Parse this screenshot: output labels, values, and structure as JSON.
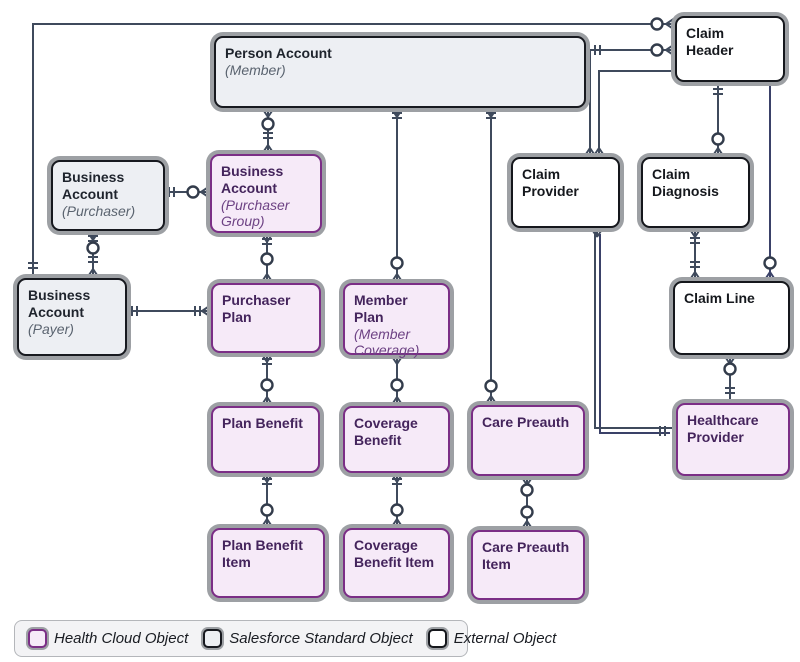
{
  "colors": {
    "background": "#ffffff",
    "line": "#3f4a5c",
    "line_alt": "#3a4168",
    "halo": "#9da0a4",
    "health_fill": "#f6eaf8",
    "health_border": "#7b2e86",
    "standard_fill": "#edeff3",
    "standard_border": "#17191f",
    "external_fill": "#ffffff",
    "external_border": "#15171c"
  },
  "nodes": [
    {
      "id": "person-account",
      "title": "Person Account",
      "subtitle": "(Member)",
      "type": "standard"
    },
    {
      "id": "claim-header",
      "title": "Claim Header",
      "subtitle": "",
      "type": "external"
    },
    {
      "id": "business-account-purchaser",
      "title": "Business Account",
      "subtitle": "(Purchaser)",
      "type": "standard"
    },
    {
      "id": "business-account-purchaser-group",
      "title": "Business Account",
      "subtitle": "(Purchaser Group)",
      "type": "health"
    },
    {
      "id": "claim-provider",
      "title": "Claim Provider",
      "subtitle": "",
      "type": "external"
    },
    {
      "id": "claim-diagnosis",
      "title": "Claim Diagnosis",
      "subtitle": "",
      "type": "external"
    },
    {
      "id": "business-account-payer",
      "title": "Business Account",
      "subtitle": "(Payer)",
      "type": "standard"
    },
    {
      "id": "purchaser-plan",
      "title": "Purchaser Plan",
      "subtitle": "",
      "type": "health"
    },
    {
      "id": "member-plan",
      "title": "Member Plan",
      "subtitle": "(Member Coverage)",
      "type": "health"
    },
    {
      "id": "claim-line",
      "title": "Claim Line",
      "subtitle": "",
      "type": "external"
    },
    {
      "id": "plan-benefit",
      "title": "Plan Benefit",
      "subtitle": "",
      "type": "health"
    },
    {
      "id": "coverage-benefit",
      "title": "Coverage Benefit",
      "subtitle": "",
      "type": "health"
    },
    {
      "id": "care-preauth",
      "title": "Care Preauth",
      "subtitle": "",
      "type": "health"
    },
    {
      "id": "healthcare-provider",
      "title": "Healthcare Provider",
      "subtitle": "",
      "type": "health"
    },
    {
      "id": "plan-benefit-item",
      "title": "Plan Benefit Item",
      "subtitle": "",
      "type": "health"
    },
    {
      "id": "coverage-benefit-item",
      "title": "Coverage Benefit Item",
      "subtitle": "",
      "type": "health"
    },
    {
      "id": "care-preauth-item",
      "title": "Care Preauth Item",
      "subtitle": "",
      "type": "health"
    }
  ],
  "edges": [
    {
      "from": "business-account-payer",
      "to": "claim-header"
    },
    {
      "from": "person-account",
      "to": "claim-header"
    },
    {
      "from": "claim-header",
      "to": "claim-provider"
    },
    {
      "from": "person-account",
      "to": "claim-provider"
    },
    {
      "from": "claim-header",
      "to": "claim-diagnosis"
    },
    {
      "from": "claim-header",
      "to": "claim-line"
    },
    {
      "from": "claim-diagnosis",
      "to": "claim-line"
    },
    {
      "from": "claim-line",
      "to": "healthcare-provider"
    },
    {
      "from": "claim-provider",
      "to": "healthcare-provider"
    },
    {
      "from": "person-account",
      "to": "business-account-purchaser-group"
    },
    {
      "from": "person-account",
      "to": "member-plan"
    },
    {
      "from": "person-account",
      "to": "care-preauth"
    },
    {
      "from": "business-account-purchaser",
      "to": "business-account-purchaser-group"
    },
    {
      "from": "business-account-purchaser",
      "to": "business-account-payer"
    },
    {
      "from": "business-account-payer",
      "to": "purchaser-plan"
    },
    {
      "from": "business-account-purchaser-group",
      "to": "purchaser-plan"
    },
    {
      "from": "purchaser-plan",
      "to": "plan-benefit"
    },
    {
      "from": "member-plan",
      "to": "coverage-benefit"
    },
    {
      "from": "plan-benefit",
      "to": "plan-benefit-item"
    },
    {
      "from": "coverage-benefit",
      "to": "coverage-benefit-item"
    },
    {
      "from": "care-preauth",
      "to": "care-preauth-item"
    }
  ],
  "legend": {
    "items": [
      {
        "label": "Health Cloud Object",
        "type": "health"
      },
      {
        "label": "Salesforce Standard Object",
        "type": "standard"
      },
      {
        "label": "External Object",
        "type": "external"
      }
    ]
  }
}
